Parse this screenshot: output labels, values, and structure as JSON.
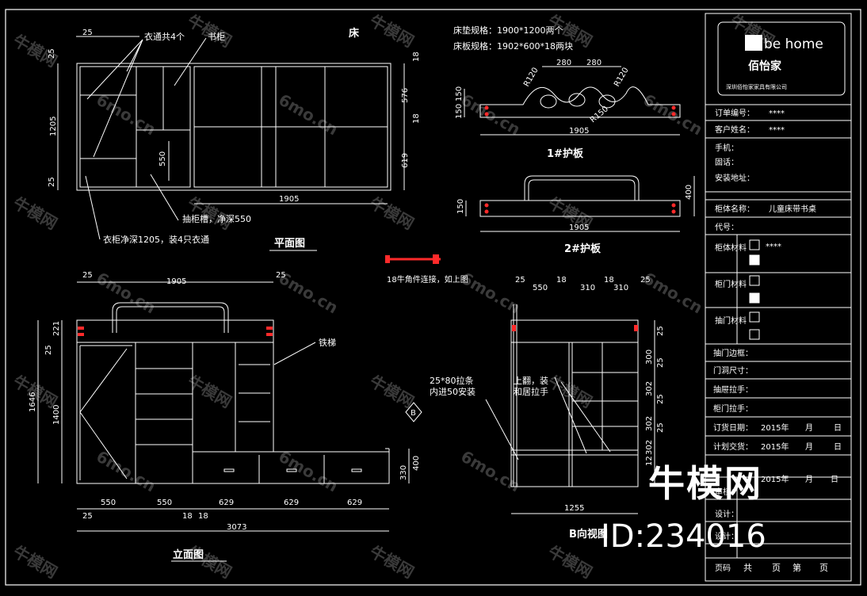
{
  "colors": {
    "background": "#000000",
    "lines": "#ffffff",
    "accent": "#ff2a2a",
    "frame": "#ffffff"
  },
  "header": {
    "title": "床"
  },
  "specs": {
    "mattress": "床垫规格：1900*1200两个",
    "board": "床板规格：1902*600*18两块"
  },
  "plan": {
    "title": "平面图",
    "callouts": {
      "wardrobe_left": "衣通共4个",
      "bookcase": "书柜",
      "drawer_slot": "抽柜槽，净深550",
      "wardrobe_depth": "衣柜净深1205，装4只衣通"
    },
    "dims": {
      "d25a": "25",
      "d25b": "25",
      "d1205": "1205",
      "d576": "576",
      "d18a": "18",
      "d18b": "18",
      "d619": "619",
      "d1905": "1905",
      "d550": "550"
    }
  },
  "guard1": {
    "title": "1#护板",
    "dims": {
      "d280a": "280",
      "d280b": "280",
      "r120a": "R120",
      "r120b": "R120",
      "r150": "R150",
      "d150": "150",
      "d150b": "150",
      "d1905": "1905"
    }
  },
  "guard2": {
    "title": "2#护板",
    "dims": {
      "d150": "150",
      "d400": "400",
      "d1905": "1905"
    }
  },
  "hardware_note": "18牛角件连接，如上图",
  "elevation": {
    "title": "立面图",
    "callouts": {
      "ladder": "铁梯"
    },
    "dims": {
      "d25a": "25",
      "d1905": "1905",
      "d25b": "25",
      "d221": "221",
      "d25c": "25",
      "d1646": "1646",
      "d1400": "1400",
      "d400": "400",
      "d330": "330",
      "w550a": "550",
      "w550b": "550",
      "w629a": "629",
      "w629b": "629",
      "w629c": "629",
      "d25d": "25",
      "d18a": "18",
      "d18b": "18",
      "d3073": "3073"
    },
    "section_marker": "B"
  },
  "view_b": {
    "title": "B向视图",
    "callouts": {
      "strip": "25*80拉条\n内进50安装",
      "flip": "上翻，装\n和居拉手"
    },
    "dims": {
      "d25a": "25",
      "d550": "550",
      "d18a": "18",
      "d310a": "310",
      "d18b": "18",
      "d310b": "310",
      "d25b": "25",
      "v25": "25",
      "v300": "300",
      "v302a": "302",
      "v302b": "302",
      "v302c": "302",
      "v12": "12",
      "d1255": "1255"
    }
  },
  "title_block": {
    "brand_logo": "be home",
    "brand_cn": "佰怡家",
    "company": "深圳佰怡家家具有限公司",
    "rows": [
      {
        "label": "订单编号：",
        "value": "****"
      },
      {
        "label": "客户姓名：",
        "value": "****"
      },
      {
        "label": "手机：",
        "value": ""
      },
      {
        "label": "固话：",
        "value": ""
      },
      {
        "label": "安装地址：",
        "value": ""
      },
      {
        "label": "柜体名称：",
        "value": "儿童床带书桌"
      },
      {
        "label": "代号：",
        "value": ""
      }
    ],
    "materials": [
      {
        "label": "柜体材料",
        "value": "****"
      },
      {
        "label": "柜门材料",
        "value": ""
      },
      {
        "label": "抽门材料",
        "value": ""
      }
    ],
    "rows2": [
      {
        "label": "抽门边框："
      },
      {
        "label": "门洞尺寸："
      },
      {
        "label": "抽屉拉手："
      },
      {
        "label": "柜门拉手："
      }
    ],
    "dates": [
      {
        "label": "订货日期：",
        "year": "2015年",
        "month": "月",
        "day": "日"
      },
      {
        "label": "计划交货：",
        "year": "2015年",
        "month": "月",
        "day": "日"
      },
      {
        "label": "",
        "year": "2015年",
        "month": "月",
        "day": "日"
      }
    ],
    "sign_rows": [
      {
        "label": "审核："
      },
      {
        "label": "设计："
      },
      {
        "label": "设计："
      }
    ],
    "footer": {
      "page_label": "页码",
      "total": "共",
      "page": "页",
      "nth": "第",
      "page2": "页"
    }
  },
  "watermark": {
    "site_cn": "牛模网",
    "site_url": "6mo.cn",
    "big_text": "牛模网",
    "id_text": "ID:234016"
  }
}
